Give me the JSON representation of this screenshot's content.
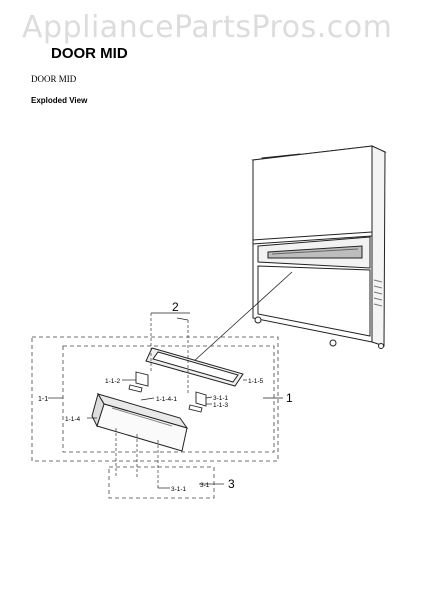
{
  "watermark": "AppliancePartsPros.com",
  "header": {
    "title": "DOOR MID"
  },
  "section": {
    "subtitle": "DOOR MID",
    "view_label": "Exploded View"
  },
  "callouts": {
    "group_2": "2",
    "group_1": "1",
    "group_3": "3",
    "p_1_1": "1-1",
    "p_1_1_2": "1-1-2",
    "p_1_1_4_1": "1-1-4-1",
    "p_1_1_4": "1-1-4",
    "p_1_1_5": "1-1-5",
    "p_3_1_1_a": "3-1-1",
    "p_1_1_3": "1-1-3",
    "p_3_1": "3-1",
    "p_3_1_1_b": "3-1-1"
  }
}
